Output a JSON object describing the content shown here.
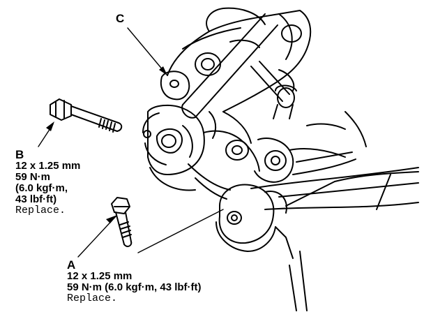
{
  "callouts": {
    "c": {
      "letter": "C"
    },
    "b": {
      "letter": "B",
      "size": "12 x 1.25 mm",
      "torque": "59 N·m",
      "torque_kgf": "(6.0 kgf·m,",
      "torque_lbf": "43 lbf·ft)",
      "note": "Replace."
    },
    "a": {
      "letter": "A",
      "size": "12 x 1.25 mm",
      "torque": "59 N·m (6.0 kgf·m, 43 lbf·ft)",
      "note": "Replace."
    }
  }
}
